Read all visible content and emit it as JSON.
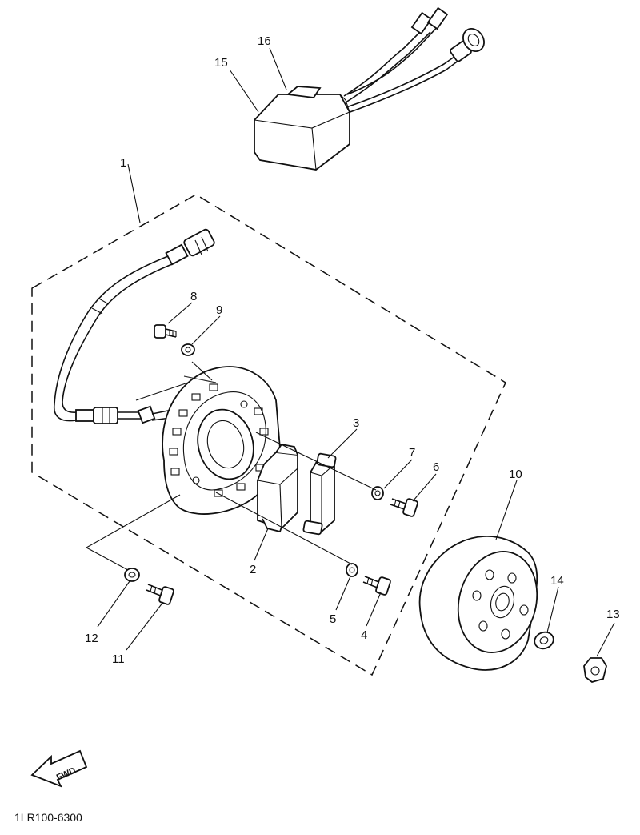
{
  "callouts": {
    "n1": "1",
    "n2": "2",
    "n3": "3",
    "n4": "4",
    "n5": "5",
    "n6": "6",
    "n7": "7",
    "n8": "8",
    "n9": "9",
    "n10": "10",
    "n11": "11",
    "n12": "12",
    "n13": "13",
    "n14": "14",
    "n15": "15",
    "n16": "16"
  },
  "fwd_label": "FWD",
  "diagram_code": "1LR100-6300"
}
